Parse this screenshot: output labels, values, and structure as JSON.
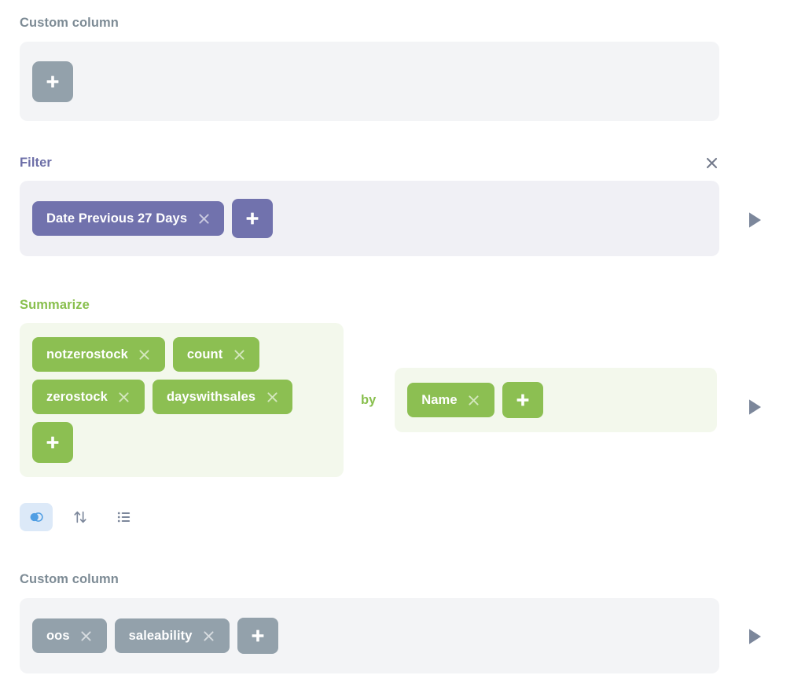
{
  "sections": [
    {
      "id": "custom-column-top",
      "title": "Custom column",
      "color": "#7d8b95",
      "chips": [],
      "add_label": "+",
      "has_close": false,
      "has_run": false
    },
    {
      "id": "filter",
      "title": "Filter",
      "color": "#6d6fa8",
      "chips": [
        {
          "label": "Date Previous 27 Days",
          "remove_label": "×"
        }
      ],
      "add_label": "+",
      "has_close": true,
      "close_label": "×",
      "has_run": true
    },
    {
      "id": "summarize",
      "title": "Summarize",
      "color": "#88bf4d",
      "by_label": "by",
      "metrics": [
        {
          "label": "notzerostock",
          "remove_label": "×"
        },
        {
          "label": "count",
          "remove_label": "×"
        },
        {
          "label": "zerostock",
          "remove_label": "×"
        },
        {
          "label": "dayswithsales",
          "remove_label": "×"
        }
      ],
      "metrics_add_label": "+",
      "breakouts": [
        {
          "label": "Name",
          "remove_label": "×"
        }
      ],
      "breakout_add_label": "+",
      "has_close": false,
      "has_run": true
    },
    {
      "id": "custom-column-bottom",
      "title": "Custom column",
      "color": "#7d8b95",
      "chips": [
        {
          "label": "oos",
          "remove_label": "×"
        },
        {
          "label": "saleability",
          "remove_label": "×"
        }
      ],
      "add_label": "+",
      "has_close": false,
      "has_run": true
    }
  ],
  "toolbar": {
    "icons": [
      {
        "name": "join-icon",
        "active": true
      },
      {
        "name": "sort-icon",
        "active": false
      },
      {
        "name": "row-limit-icon",
        "active": false
      }
    ]
  },
  "colors": {
    "grey_chip": "#93a1ab",
    "purple_chip": "#7172ad",
    "green_chip": "#8cbf52",
    "grey_box": "#f3f4f6",
    "purple_box": "#f0f0f5",
    "green_box": "#f3f8ec",
    "run_triangle": "#7c879b",
    "join_active_bg": "#dce9f8",
    "join_active_fg": "#509ee3",
    "page_bg": "#ffffff"
  }
}
